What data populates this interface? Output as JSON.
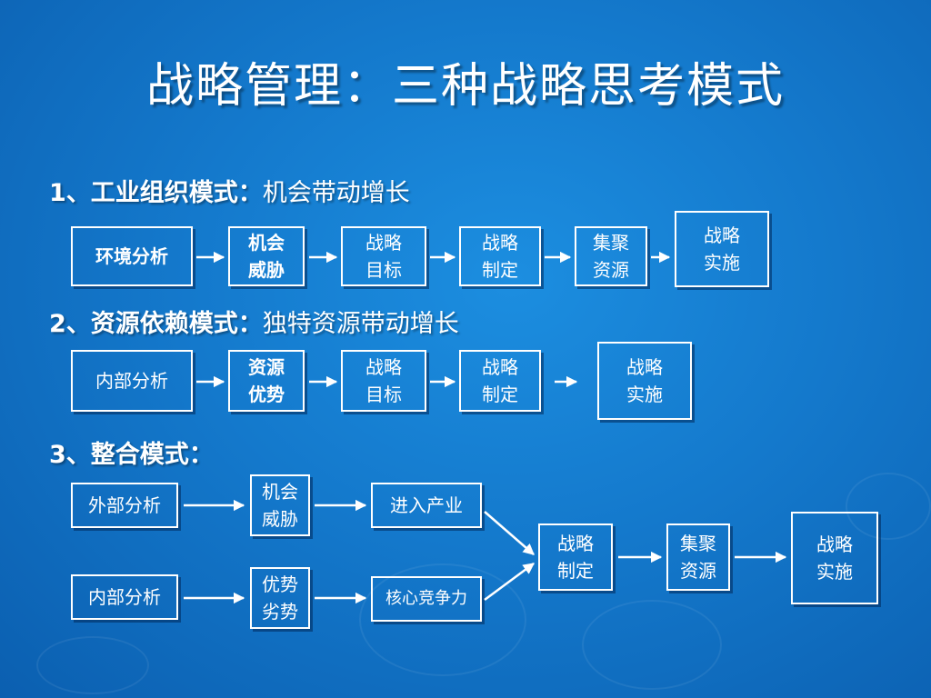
{
  "title": "战略管理：三种战略思考模式",
  "modes": [
    {
      "heading": "1、工业组织模式：",
      "desc": "机会带动增长",
      "boxes": [
        "环境分析",
        "机会\n威胁",
        "战略\n目标",
        "战略\n制定",
        "集聚\n资源",
        "战略\n实施"
      ]
    },
    {
      "heading": "2、资源依赖模式：",
      "desc": "独特资源带动增长",
      "boxes": [
        "内部分析",
        "资源\n优势",
        "战略\n目标",
        "战略\n制定",
        "战略\n实施"
      ]
    },
    {
      "heading": "3、整合模式：",
      "desc": "",
      "boxes": [
        "外部分析",
        "机会\n威胁",
        "进入产业",
        "内部分析",
        "优势\n劣势",
        "核心竞争力",
        "战略\n制定",
        "集聚\n资源",
        "战略\n实施"
      ]
    }
  ]
}
